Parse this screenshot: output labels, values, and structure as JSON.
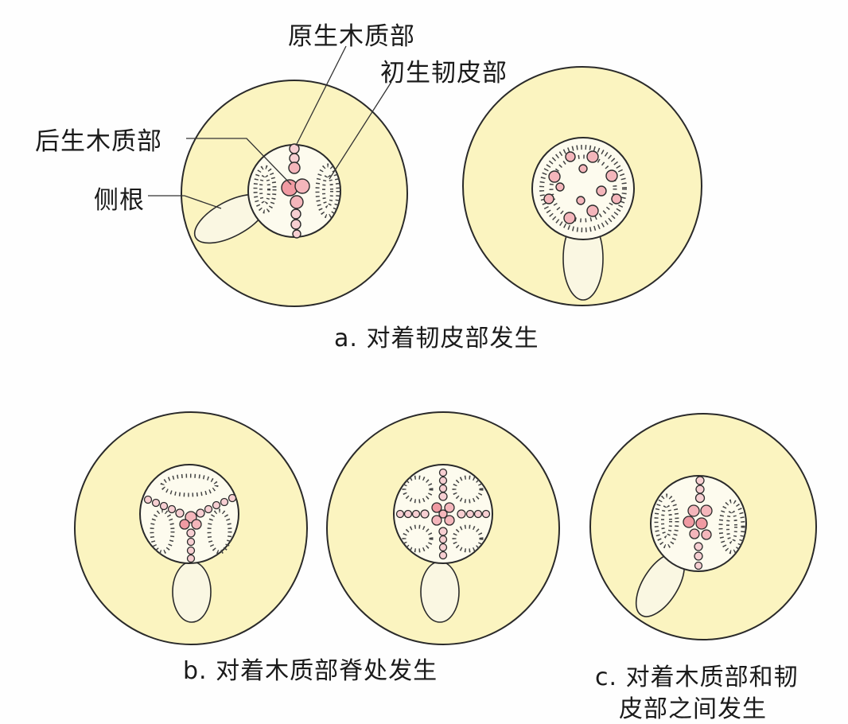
{
  "labels": {
    "protoxylem": "原生木质部",
    "primary_phloem": "初生韧皮部",
    "metaxylem": "后生木质部",
    "lateral_root": "侧根"
  },
  "captions": {
    "a": "a. 对着韧皮部发生",
    "b": "b. 对着木质部脊处发生",
    "c_line1": "c. 对着木质部和韧",
    "c_line2": "皮部之间发生"
  },
  "colors": {
    "cortex": "#fbf4c0",
    "outline": "#2a2a2a",
    "stele": "#fdfbee",
    "xylem": "#f4b6bb",
    "xylem_dark": "#e98f98",
    "phloem_dots": "#333333",
    "root": "#faf7e2"
  }
}
